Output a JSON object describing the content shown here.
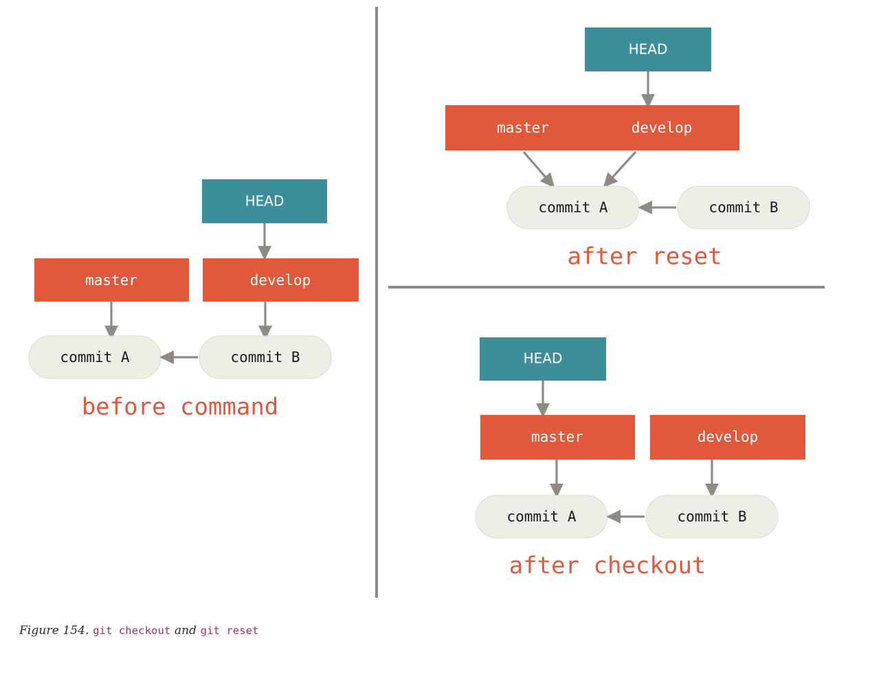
{
  "figure": {
    "caption_prefix": "Figure 154.",
    "caption_code_1": "git checkout",
    "caption_conjunction": "and",
    "caption_code_2": "git reset"
  },
  "colors": {
    "head_box": "#3d8e9b",
    "branch_box": "#e2583b",
    "commit_oval": "#eeede6",
    "commit_oval_stroke": "#dcdad0",
    "arrow": "#8e8b84",
    "divider": "#8e8b84",
    "label_text": "#e2583b",
    "commit_text": "#1a1a1a",
    "box_text": "#ffffff",
    "caption_text": "#2b2b2b",
    "caption_code": "#a83254",
    "background": "#ffffff"
  },
  "panels": [
    {
      "id": "before-command",
      "title": "before command",
      "head": {
        "label": "HEAD"
      },
      "branches": [
        {
          "label": "master"
        },
        {
          "label": "develop"
        }
      ],
      "commits": [
        {
          "label": "commit A"
        },
        {
          "label": "commit B"
        }
      ],
      "arrows": [
        {
          "from": "HEAD",
          "to": "develop",
          "direction": "down"
        },
        {
          "from": "master",
          "to": "commit A",
          "direction": "down"
        },
        {
          "from": "develop",
          "to": "commit B",
          "direction": "down"
        },
        {
          "from": "commit B",
          "to": "commit A",
          "direction": "left"
        }
      ]
    },
    {
      "id": "after-reset",
      "title": "after reset",
      "head": {
        "label": "HEAD"
      },
      "branches": [
        {
          "label": "master"
        },
        {
          "label": "develop"
        }
      ],
      "branch_box_merged": true,
      "commits": [
        {
          "label": "commit A"
        },
        {
          "label": "commit B"
        }
      ],
      "arrows": [
        {
          "from": "HEAD",
          "to": "develop",
          "direction": "down"
        },
        {
          "from": "master",
          "to": "commit A",
          "direction": "diagonal-right-down"
        },
        {
          "from": "develop",
          "to": "commit A",
          "direction": "diagonal-left-down"
        },
        {
          "from": "commit B",
          "to": "commit A",
          "direction": "left"
        }
      ]
    },
    {
      "id": "after-checkout",
      "title": "after checkout",
      "head": {
        "label": "HEAD"
      },
      "branches": [
        {
          "label": "master"
        },
        {
          "label": "develop"
        }
      ],
      "commits": [
        {
          "label": "commit A"
        },
        {
          "label": "commit B"
        }
      ],
      "arrows": [
        {
          "from": "HEAD",
          "to": "master",
          "direction": "down"
        },
        {
          "from": "master",
          "to": "commit A",
          "direction": "down"
        },
        {
          "from": "develop",
          "to": "commit B",
          "direction": "down"
        },
        {
          "from": "commit B",
          "to": "commit A",
          "direction": "left"
        }
      ]
    }
  ]
}
